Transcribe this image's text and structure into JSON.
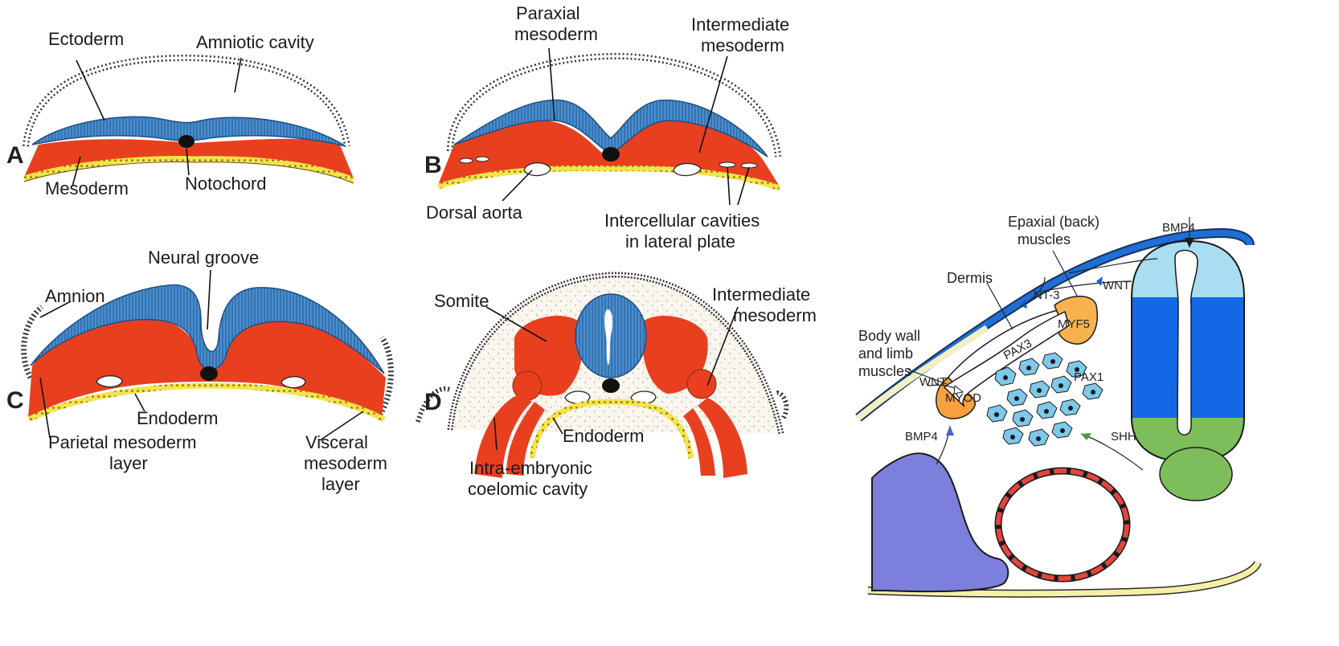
{
  "panelA": {
    "letter": "A",
    "ectoderm": "Ectoderm",
    "amniotic_cavity": "Amniotic cavity",
    "mesoderm": "Mesoderm",
    "notochord": "Notochord"
  },
  "panelB": {
    "letter": "B",
    "paraxial_1": "Paraxial",
    "paraxial_2": "mesoderm",
    "intermediate_1": "Intermediate",
    "intermediate_2": "mesoderm",
    "dorsal_aorta": "Dorsal aorta",
    "cavities_1": "Intercellular cavities",
    "cavities_2": "in lateral plate"
  },
  "panelC": {
    "letter": "C",
    "neural_groove": "Neural groove",
    "amnion": "Amnion",
    "endoderm": "Endoderm",
    "parietal_1": "Parietal mesoderm",
    "parietal_2": "layer",
    "visceral_1": "Visceral",
    "visceral_2": "mesoderm",
    "visceral_3": "layer"
  },
  "panelD": {
    "letter": "D",
    "somite": "Somite",
    "intermediate_1": "Intermediate",
    "intermediate_2": "mesoderm",
    "endoderm": "Endoderm",
    "coelom_1": "Intra-embryonic",
    "coelom_2": "coelomic cavity"
  },
  "signaling": {
    "epaxial_1": "Epaxial (back)",
    "epaxial_2": "muscles",
    "bmp4_top": "BMP4",
    "dermis": "Dermis",
    "wnt_top": "WNT",
    "nt3": "NT-3",
    "myf5": "MYF5",
    "pax3": "PAX3",
    "body_1": "Body wall",
    "body_2": "and limb",
    "body_3": "muscles",
    "wnt_left": "WNT",
    "pax1": "PAX1",
    "myod": "MYOD",
    "bmp4_left": "BMP4",
    "shh": "SHH"
  },
  "colors": {
    "ectoderm_blue": "#3f82c6",
    "mesoderm_red": "#e8401f",
    "endoderm_yellow": "#f2e24a",
    "neural_tube_light": "#aee0f5",
    "neural_tube_dark": "#1565d8",
    "floor_green": "#78b95a",
    "myod_orange": "#f7a03c",
    "lateral_purple": "#7d7fdc",
    "aorta_red": "#e2453f"
  },
  "icons": [
    "dorsal-aorta-shape",
    "sclerotome-cell-shape",
    "notochord-shape"
  ]
}
